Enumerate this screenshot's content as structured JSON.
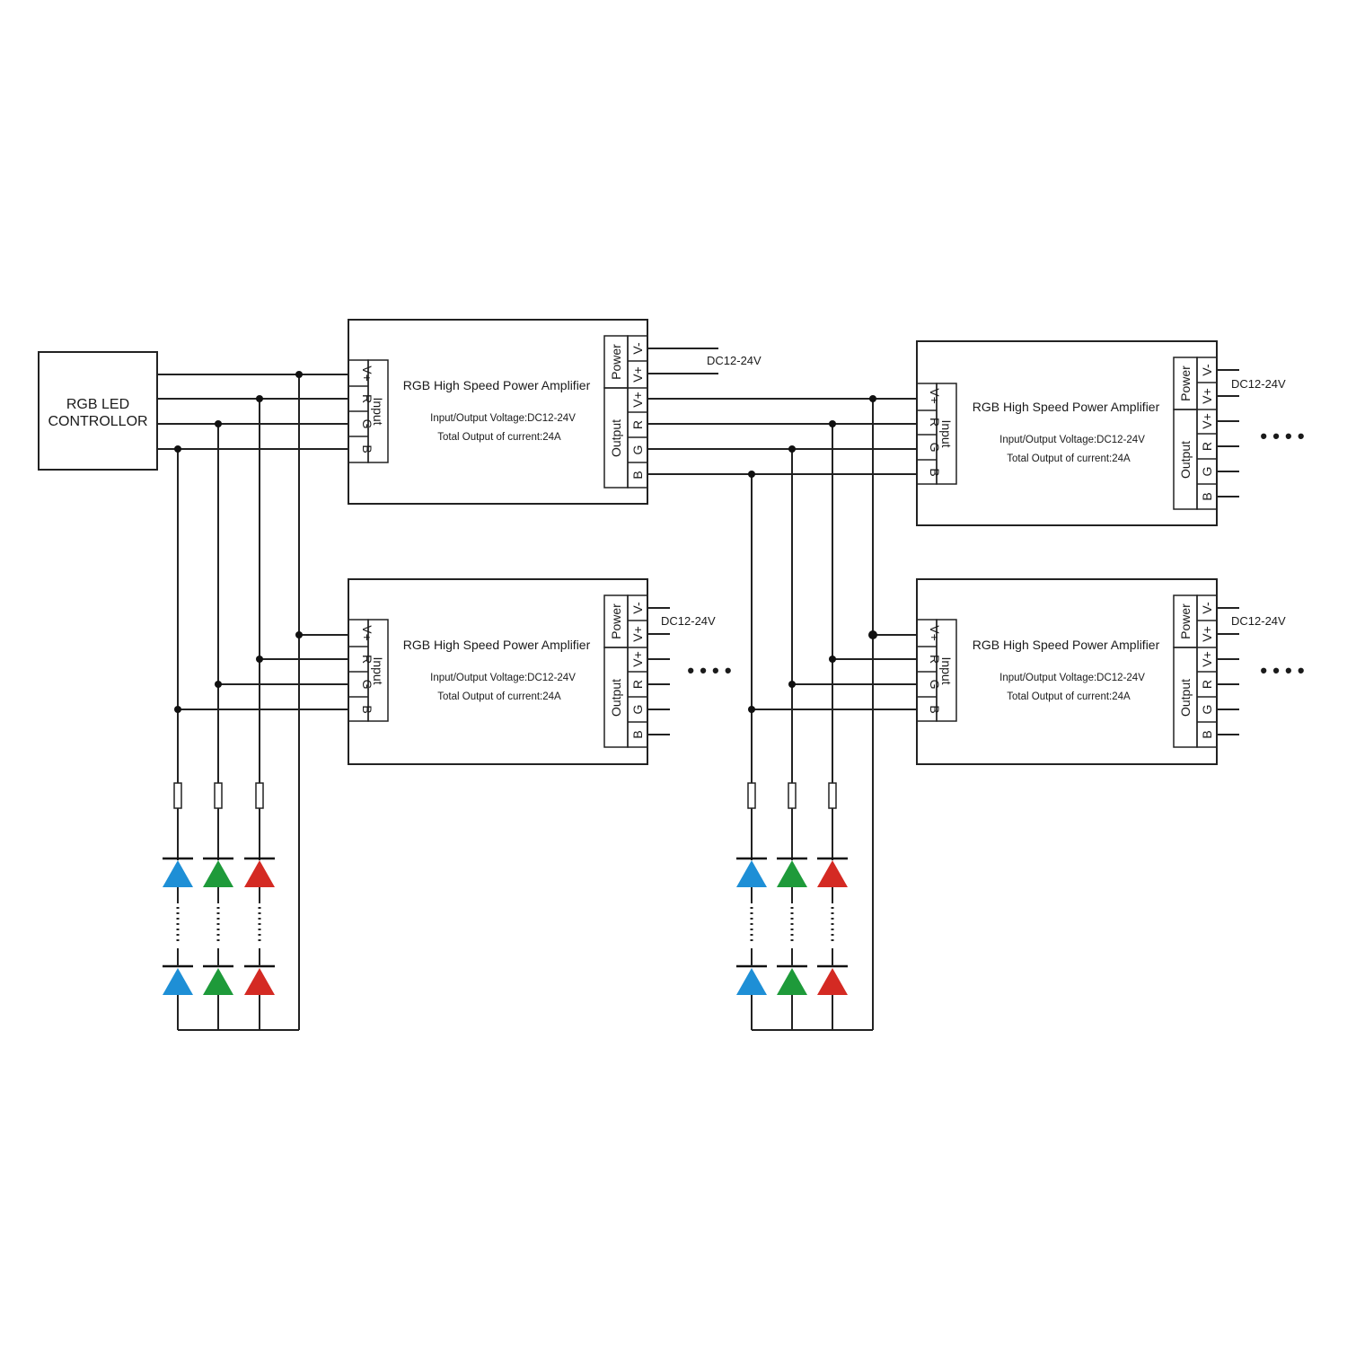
{
  "controller": {
    "line1": "RGB LED",
    "line2": "CONTROLLOR"
  },
  "amplifier": {
    "title": "RGB  High  Speed Power Amplifier",
    "voltage": "Input/Output Voltage:DC12-24V",
    "current": "Total Output of current:24A",
    "input_label": "Input",
    "output_label": "Output",
    "power_label": "Power",
    "input_pins": [
      "V+",
      "R",
      "G",
      "B"
    ],
    "power_pins": [
      "V-",
      "V+"
    ],
    "output_pins": [
      "V+",
      "R",
      "G",
      "B"
    ]
  },
  "supply_label": "DC12-24V",
  "continuation": "• • • •",
  "colors": {
    "led_blue": "#1e8fd6",
    "led_green": "#1e9a3a",
    "led_red": "#d42a23",
    "wire": "#222222"
  },
  "icons": [
    "resistor-icon",
    "led-blue-icon",
    "led-green-icon",
    "led-red-icon",
    "junction-dot-icon"
  ]
}
